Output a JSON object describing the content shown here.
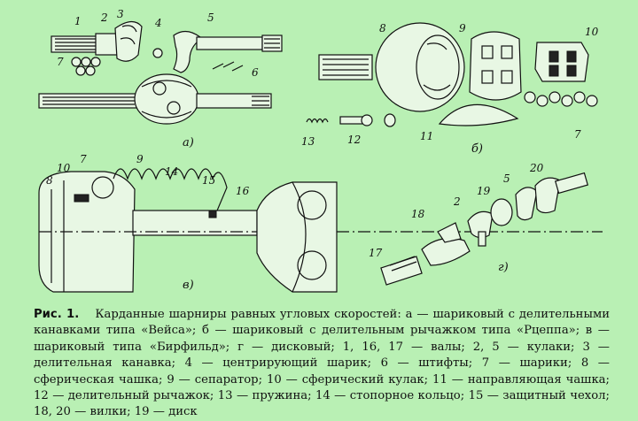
{
  "figure": {
    "panel_a": {
      "caption": "а)",
      "labels": [
        "1",
        "2",
        "3",
        "4",
        "5",
        "6",
        "7"
      ]
    },
    "panel_b": {
      "caption": "б)",
      "labels": [
        "8",
        "9",
        "10",
        "11",
        "12",
        "13",
        "7"
      ]
    },
    "panel_v": {
      "caption": "в)",
      "labels": [
        "10",
        "7",
        "9",
        "8",
        "14",
        "15",
        "16"
      ]
    },
    "panel_g": {
      "caption": "г)",
      "labels": [
        "20",
        "5",
        "19",
        "2",
        "18",
        "17"
      ]
    }
  },
  "caption": {
    "head": "Рис. 1.",
    "text": "Карданные шарниры равных угловых скоростей: а — шариковый с делительными канавками типа «Вейса»; б — шариковый с делительным рычажком типа «Рцеппа»; в — шариковый типа «Бирфильд»; г — дисковый; 1, 16, 17 — валы; 2, 5 — кулаки; 3 — делительная канавка; 4 — центрирующий шарик; 6 — штифты; 7 — шарики; 8 — сферическая чашка; 9 — сепаратор; 10 — сферический кулак; 11 — направляющая чашка; 12 — делительный рычажок; 13 — пружина; 14 — стопорное кольцо; 15 — защитный чехол; 18, 20 — вилки; 19 — диск"
  }
}
